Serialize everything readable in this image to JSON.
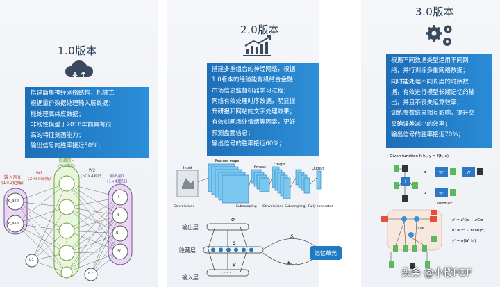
{
  "versions": [
    {
      "label": "1.0版本",
      "lines": [
        "搭建简单神经网络结构，机械式",
        "根据量价数据处理输入层数据；",
        "能处理高纬度数据；",
        "非线性模型于2018年前具有很",
        "高的特征刻画能力；",
        "输出信号的胜率接近50%；"
      ]
    },
    {
      "label": "2.0版本",
      "lines": [
        "搭建多重组合的神经网络，根据",
        "1.0版本的经验能有机结合金融",
        "市场信息监督机器学习过程；",
        "网络有效处理时序数据，明显提",
        "升研报和网站的文字处理效果；",
        "有效刻画场外情绪等因素，更好",
        "预测盘面信息；",
        "输出信号的胜率接近60%；"
      ]
    },
    {
      "label": "3.0版本",
      "lines": [
        "根据不同数据类型运用不同网",
        "络，并行训练多重网络数据；",
        "同时能处理不同长度的时序数",
        "据，有效进行模型长期记忆的输",
        "出，并且不丧失运算效率；",
        "训练参数结果相互影响，提升交",
        "叉确误差减小的效率；",
        "输出信号的胜率接近70%；"
      ]
    }
  ],
  "nn": {
    "input_title": "输入层X",
    "input_sub": "(1×2矩阵)",
    "w1": "W1",
    "w1_sub": "(2×50矩阵)",
    "hidden_title": "隐藏层H",
    "hidden_sub": "(50维度)",
    "w2": "W2",
    "w2_sub": "(50×4矩阵)",
    "output_title": "输出层Y",
    "output_sub": "(1×4矩阵)",
    "inputs": [
      "x_axis",
      "y_axis"
    ],
    "outputs": [
      "I",
      "II",
      "III",
      "IV"
    ],
    "b1": "b1",
    "b2": "b2"
  },
  "cnn": {
    "input": "Input",
    "fmaps1": "Feature maps",
    "fmaps2": "f.maps",
    "fmaps3": "f.maps",
    "output": "Output",
    "conv1": "Convolutions",
    "sub1": "Subsampling",
    "conv2": "Convolutions",
    "sub2": "Subsampling",
    "fc": "Fully connected"
  },
  "rnn": {
    "output_layer": "输出层",
    "hidden_layer": "隐藏层",
    "input_layer": "输入层",
    "memory": "记忆单元",
    "o": "o",
    "s": "s",
    "x": "x",
    "st": "s",
    "st1": "s",
    "sub_t": "t",
    "sub_t1": "t−1",
    "dots": "· · · ·"
  },
  "lstm": {
    "given": "• Given function f: h', y = f(h, x)",
    "sigma": "σ",
    "softmax": "softmax",
    "eq1": "c' = zᶠ⊙c + zⁱ⊙z",
    "eq2": "h' = z° ⊙ tanh(c')",
    "eq3": "y' = σ(W' h')",
    "tanh": "tanh"
  },
  "watermark": "头条 @小楼FOF",
  "colors": {
    "panel": "#1f7ac4",
    "accent": "#2b8fd9",
    "icon": "#3a4a5e"
  }
}
